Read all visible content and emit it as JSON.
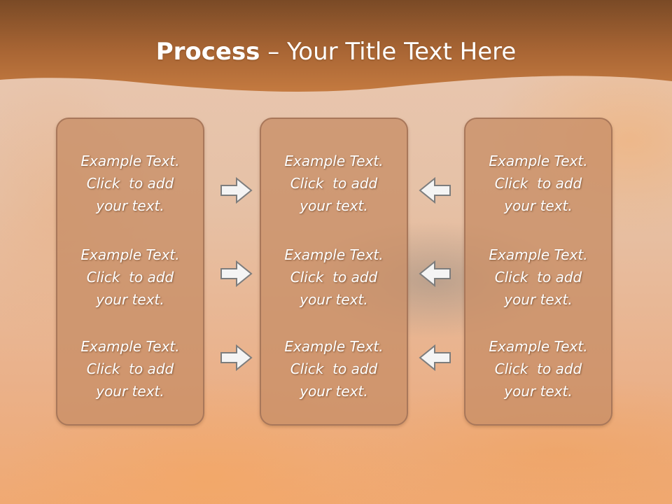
{
  "slide": {
    "title_bold": "Process",
    "title_rest": " – Your Title Text Here"
  },
  "colors": {
    "header_dark": "#7a4a26",
    "header_mid": "#a86534",
    "header_light": "#c47a40",
    "panel_fill": "#c88e66",
    "panel_border": "#a8775a",
    "arrow_fill": "#f4f4f4",
    "arrow_stroke": "#7d7d7d"
  },
  "columns": [
    {
      "cells": [
        {
          "line1": "Example Text.",
          "line2": "Click  to add",
          "line3": "your text."
        },
        {
          "line1": "Example Text.",
          "line2": "Click  to add",
          "line3": "your text."
        },
        {
          "line1": "Example Text.",
          "line2": "Click  to add",
          "line3": "your text."
        }
      ]
    },
    {
      "cells": [
        {
          "line1": "Example Text.",
          "line2": "Click  to add",
          "line3": "your text."
        },
        {
          "line1": "Example Text.",
          "line2": "Click  to add",
          "line3": "your text."
        },
        {
          "line1": "Example Text.",
          "line2": "Click  to add",
          "line3": "your text."
        }
      ]
    },
    {
      "cells": [
        {
          "line1": "Example Text.",
          "line2": "Click  to add",
          "line3": "your text."
        },
        {
          "line1": "Example Text.",
          "line2": "Click  to add",
          "line3": "your text."
        },
        {
          "line1": "Example Text.",
          "line2": "Click  to add",
          "line3": "your text."
        }
      ]
    }
  ],
  "arrows": {
    "left_group_icon": "arrow-right-icon",
    "right_group_icon": "arrow-left-icon"
  }
}
